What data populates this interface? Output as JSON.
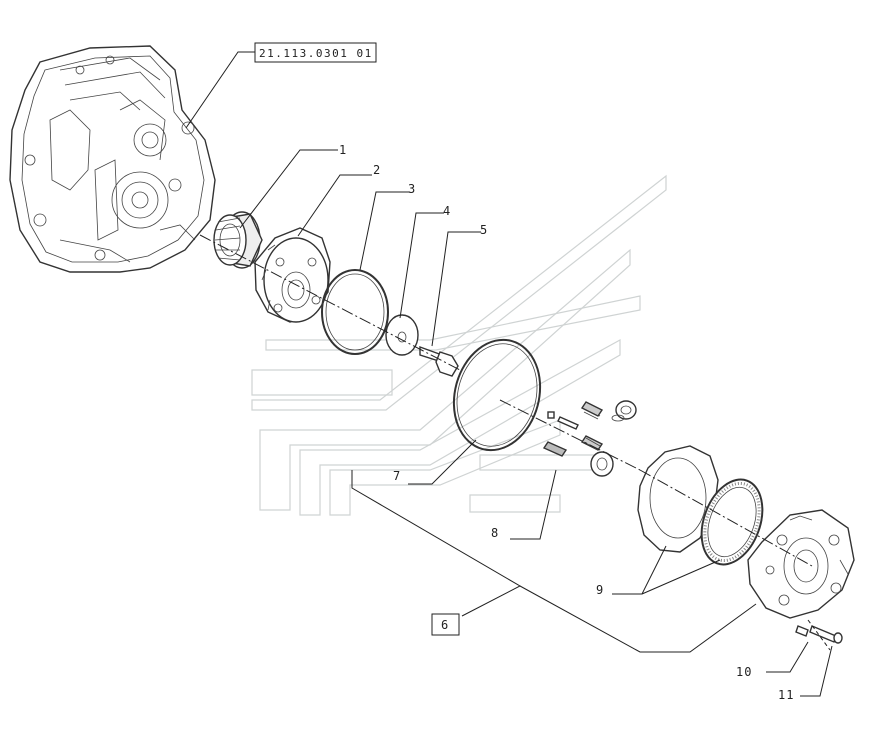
{
  "reference_code": "21.113.0301  01",
  "callouts": [
    {
      "id": "1",
      "label": "1"
    },
    {
      "id": "2",
      "label": "2"
    },
    {
      "id": "3",
      "label": "3"
    },
    {
      "id": "4",
      "label": "4"
    },
    {
      "id": "5",
      "label": "5"
    },
    {
      "id": "6",
      "label": "6"
    },
    {
      "id": "7",
      "label": "7"
    },
    {
      "id": "8",
      "label": "8"
    },
    {
      "id": "9",
      "label": "9"
    },
    {
      "id": "10",
      "label": "10"
    },
    {
      "id": "11",
      "label": "11"
    }
  ]
}
